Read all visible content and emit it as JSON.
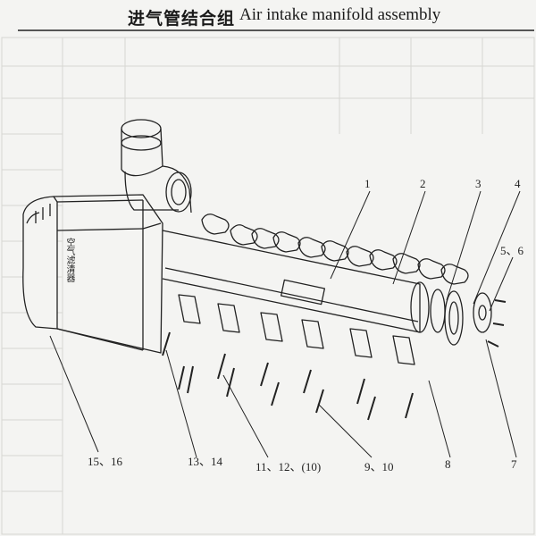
{
  "title": {
    "chinese": "进气管结合组",
    "english": "Air intake manifold assembly"
  },
  "air_filter_label": "空气滤清器",
  "callouts": [
    {
      "id": "c1",
      "text": "1"
    },
    {
      "id": "c2",
      "text": "2"
    },
    {
      "id": "c3",
      "text": "3"
    },
    {
      "id": "c4",
      "text": "4"
    },
    {
      "id": "c5",
      "text": "5、6"
    },
    {
      "id": "c7",
      "text": "7"
    },
    {
      "id": "c8",
      "text": "8"
    },
    {
      "id": "c9",
      "text": "9、10"
    },
    {
      "id": "c11",
      "text": "11、12、(10)"
    },
    {
      "id": "c13",
      "text": "13、14"
    },
    {
      "id": "c15",
      "text": "15、16"
    }
  ],
  "colors": {
    "ink": "#222222",
    "paper": "#f4f4f2",
    "faint": "#c9c9c6"
  }
}
